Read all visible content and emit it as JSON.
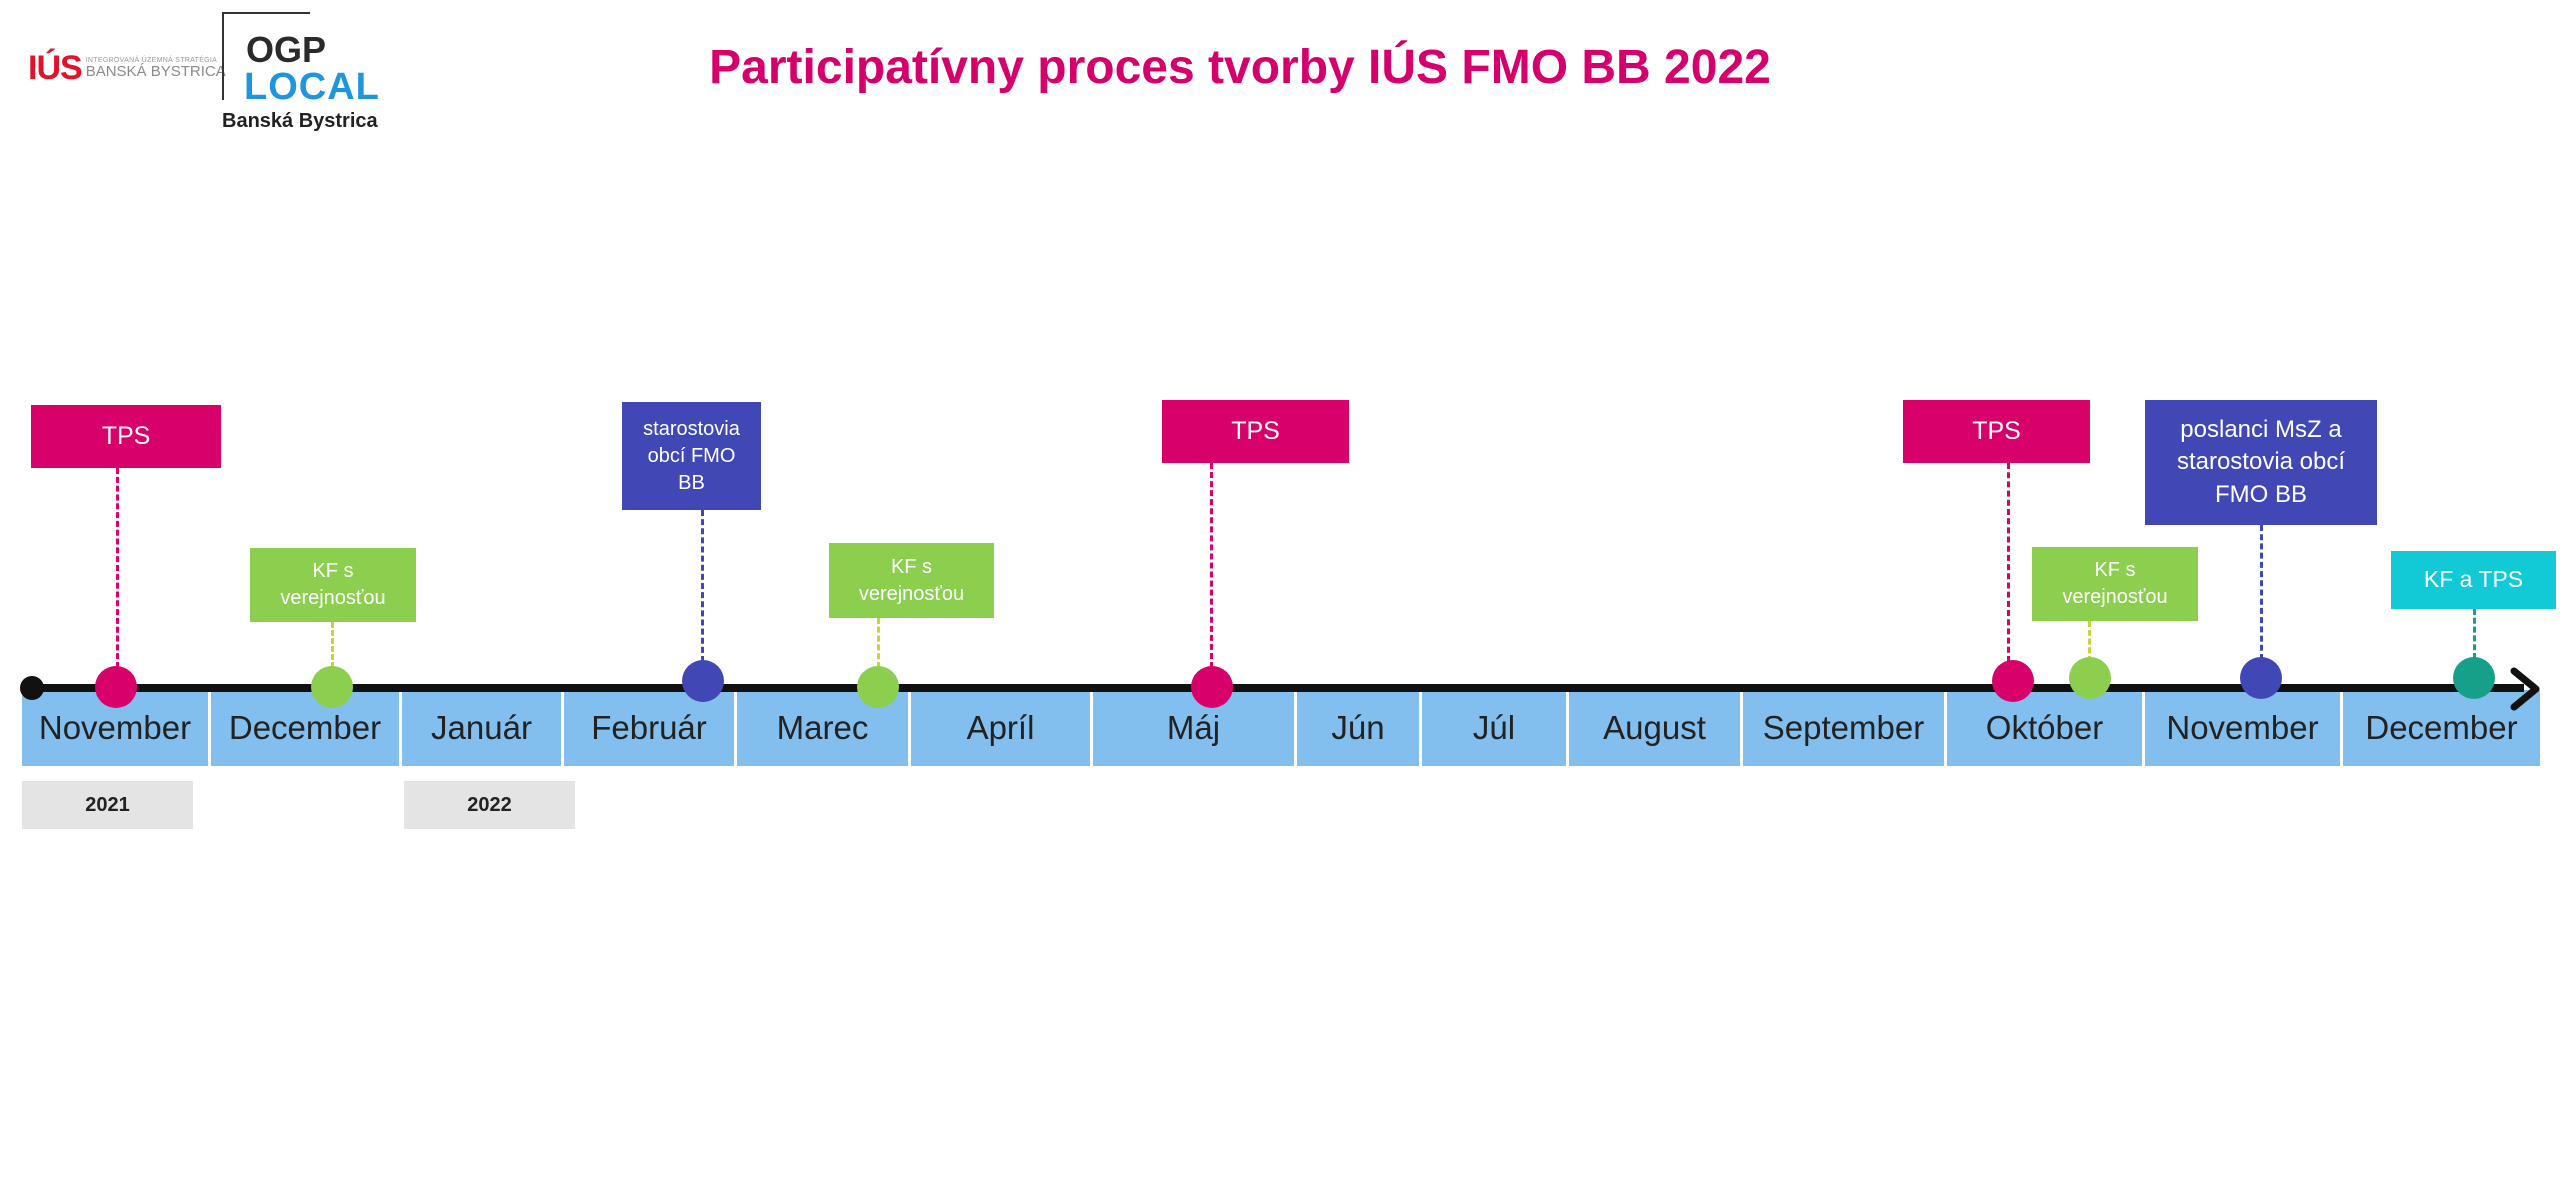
{
  "header": {
    "title": "Participatívny proces tvorby IÚS FMO BB 2022",
    "ius_logo": {
      "mark": "IÚS",
      "small": "INTEGROVANÁ ÚZEMNÁ STRATÉGIA",
      "city": "BANSKÁ BYSTRICA"
    },
    "ogp_logo": {
      "word": "OGP",
      "local": "LOCAL",
      "city": "Banská Bystrica"
    }
  },
  "timeline": {
    "months": [
      "November",
      "December",
      "Január",
      "Február",
      "Marec",
      "Apríl",
      "Máj",
      "Jún",
      "Júl",
      "August",
      "September",
      "Október",
      "November",
      "December"
    ],
    "years": [
      "2021",
      "2022"
    ]
  },
  "events": [
    {
      "label": "TPS",
      "color": "#d8006a"
    },
    {
      "label": "KF s verejnosťou",
      "color": "#8ccf4f"
    },
    {
      "label": "starostovia obcí FMO BB",
      "color": "#4148b5"
    },
    {
      "label": "KF s verejnosťou",
      "color": "#8ccf4f"
    },
    {
      "label": "TPS",
      "color": "#d8006a"
    },
    {
      "label": "TPS",
      "color": "#d8006a"
    },
    {
      "label": "KF s verejnosťou",
      "color": "#8ccf4f"
    },
    {
      "label": "poslanci MsZ a starostovia obcí FMO BB",
      "color": "#4148b5"
    },
    {
      "label": "KF a TPS",
      "color": "#12c9d6"
    }
  ],
  "colors": {
    "title": "#d5006c",
    "month_bar": "#82bfee",
    "axis": "#111111",
    "year_bg": "#e4e4e4",
    "dot_teal": "#16a08a"
  }
}
